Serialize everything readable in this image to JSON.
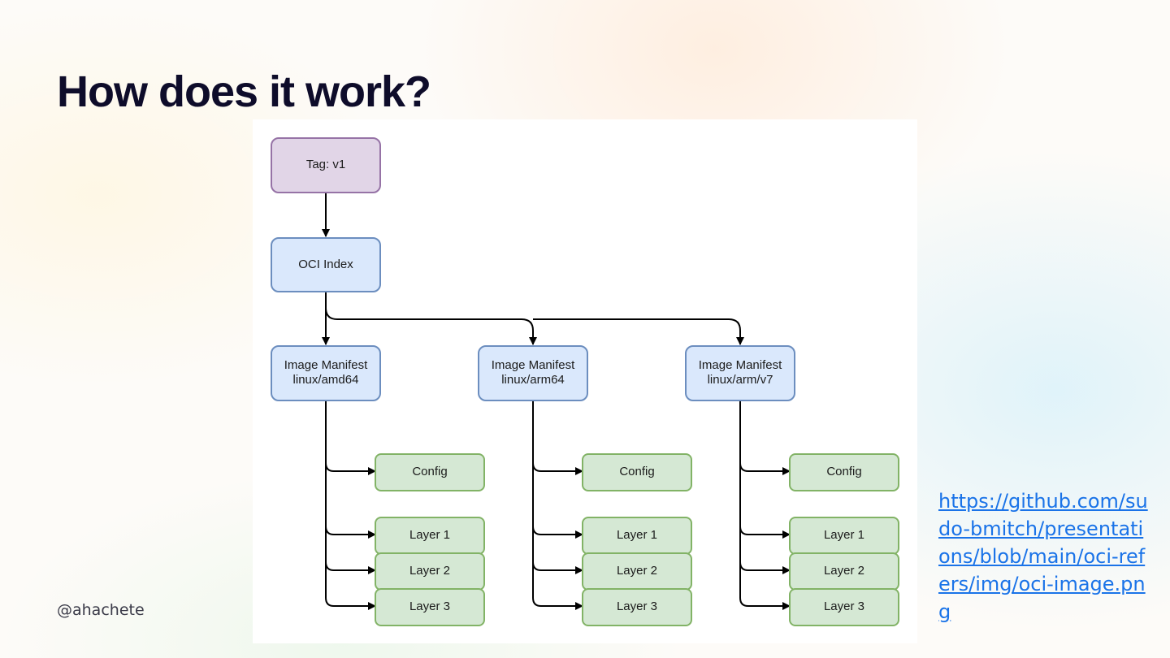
{
  "slide": {
    "title": "How does it work?",
    "handle": "@ahachete",
    "source_link": "https://github.com/sudo-bmitch/presentations/blob/main/oci-refers/img/oci-image.png"
  },
  "diagram": {
    "tag": {
      "label": "Tag: v1"
    },
    "index": {
      "label": "OCI Index"
    },
    "manifests": [
      {
        "title": "Image Manifest",
        "platform": "linux/amd64",
        "config": "Config",
        "layers": [
          "Layer 1",
          "Layer 2",
          "Layer 3"
        ]
      },
      {
        "title": "Image Manifest",
        "platform": "linux/arm64",
        "config": "Config",
        "layers": [
          "Layer 1",
          "Layer 2",
          "Layer 3"
        ]
      },
      {
        "title": "Image Manifest",
        "platform": "linux/arm/v7",
        "config": "Config",
        "layers": [
          "Layer 1",
          "Layer 2",
          "Layer 3"
        ]
      }
    ],
    "colors": {
      "tag_fill": "#e1d5e7",
      "tag_stroke": "#9673a6",
      "index_fill": "#dae8fc",
      "index_stroke": "#6c8ebf",
      "leaf_fill": "#d5e8d4",
      "leaf_stroke": "#82b366",
      "edge": "#000000"
    }
  }
}
